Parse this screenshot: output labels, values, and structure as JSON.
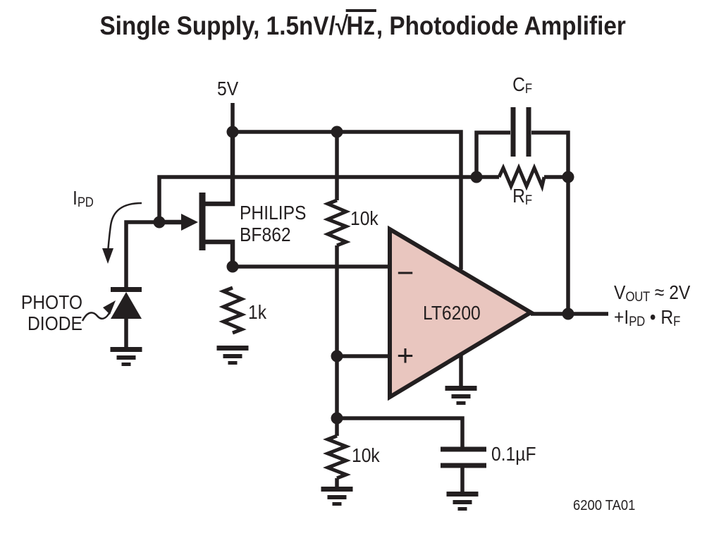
{
  "title": {
    "pre": "Single Supply, 1.5nV/",
    "radical": "√",
    "sqrt_of": "Hz",
    "post": ", Photodiode Amplifier"
  },
  "labels": {
    "supply": "5V",
    "cf_base": "C",
    "cf_sub": "F",
    "rf_base": "R",
    "rf_sub": "F",
    "ipd_base": "I",
    "ipd_sub": "PD",
    "jfet_line1": "PHILIPS",
    "jfet_line2": "BF862",
    "r_top": "10k",
    "r_source": "1k",
    "photo_line1": "PHOTO",
    "photo_line2": "DIODE",
    "opamp_part": "LT6200",
    "opamp_inverting": "−",
    "opamp_noninverting": "+",
    "r_bias": "10k",
    "bypass_cap": "0.1µF",
    "vout_base": "V",
    "vout_sub": "OUT",
    "vout_rest": " ≈ 2V",
    "vout2_base": "+I",
    "vout2_sub": "PD",
    "vout2_mid": " • ",
    "vout2_r": "R",
    "vout2_rsub": "F",
    "note": "6200 TA01"
  },
  "colors": {
    "ink": "#231f20",
    "opamp_fill": "#e9c6bf",
    "background": "#ffffff"
  }
}
